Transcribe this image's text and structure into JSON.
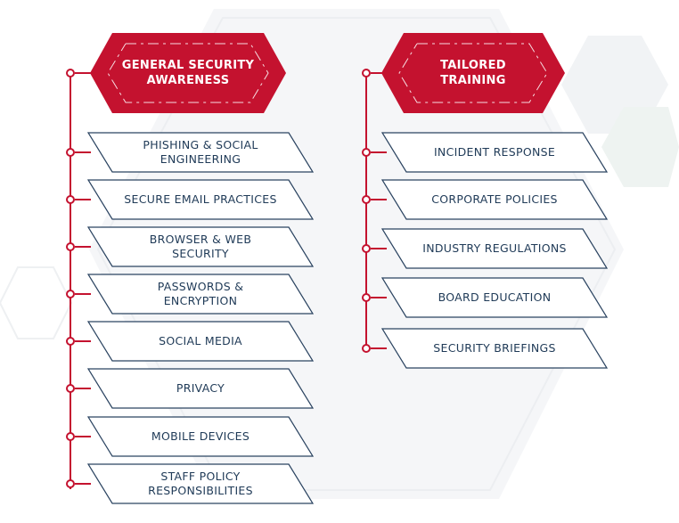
{
  "colors": {
    "accent": "#c4122f",
    "text": "#1f3a57",
    "box_border": "#2a4360",
    "background": "#ffffff",
    "backdrop": "#f4f5f7"
  },
  "left_column": {
    "header": "GENERAL SECURITY\nAWARENESS",
    "items": [
      "PHISHING & SOCIAL\nENGINEERING",
      "SECURE EMAIL PRACTICES",
      "BROWSER & WEB\nSECURITY",
      "PASSWORDS &\nENCRYPTION",
      "SOCIAL MEDIA",
      "PRIVACY",
      "MOBILE DEVICES",
      "STAFF POLICY\nRESPONSIBILITIES"
    ]
  },
  "right_column": {
    "header": "TAILORED\nTRAINING",
    "items": [
      "INCIDENT RESPONSE",
      "CORPORATE POLICIES",
      "INDUSTRY REGULATIONS",
      "BOARD EDUCATION",
      "SECURITY BRIEFINGS"
    ]
  }
}
